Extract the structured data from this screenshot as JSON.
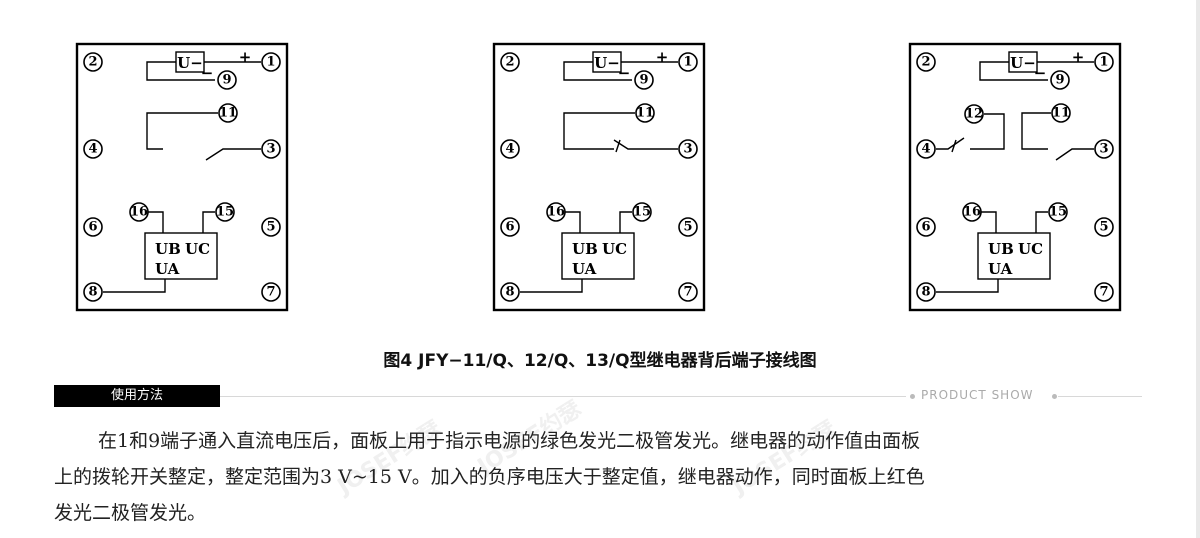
{
  "diagrams": [
    {
      "terminals": {
        "t1": "1",
        "t2": "2",
        "t3": "3",
        "t4": "4",
        "t5": "5",
        "t6": "6",
        "t7": "7",
        "t8": "8",
        "t9": "9",
        "t11": "11",
        "t12": "",
        "t15": "15",
        "t16": "16"
      },
      "symbols": {
        "u_minus": "U−",
        "plus": "+",
        "minus": "−",
        "ub": "UB",
        "uc": "UC",
        "ua": "UA"
      }
    },
    {
      "terminals": {
        "t1": "1",
        "t2": "2",
        "t3": "3",
        "t4": "4",
        "t5": "5",
        "t6": "6",
        "t7": "7",
        "t8": "8",
        "t9": "9",
        "t11": "11",
        "t12": "",
        "t15": "15",
        "t16": "16"
      },
      "symbols": {
        "u_minus": "U−",
        "plus": "+",
        "minus": "−",
        "ub": "UB",
        "uc": "UC",
        "ua": "UA"
      }
    },
    {
      "terminals": {
        "t1": "1",
        "t2": "2",
        "t3": "3",
        "t4": "4",
        "t5": "5",
        "t6": "6",
        "t7": "7",
        "t8": "8",
        "t9": "9",
        "t11": "11",
        "t12": "12",
        "t15": "15",
        "t16": "16"
      },
      "symbols": {
        "u_minus": "U−",
        "plus": "+",
        "minus": "−",
        "ub": "UB",
        "uc": "UC",
        "ua": "UA"
      }
    }
  ],
  "caption": "图4  JFY−11/Q、12/Q、13/Q型继电器背后端子接线图",
  "section_label": "使用方法",
  "product_show": "PRODUCT SHOW",
  "watermark": "JOSEF约瑟",
  "paragraph": {
    "line1": "在1和9端子通入直流电压后，面板上用于指示电源的绿色发光二极管发光。继电器的动作值由面板",
    "line2": "上的拨轮开关整定，整定范围为3 V~15 V。加入的负序电压大于整定值，继电器动作，同时面板上红色",
    "line3": "发光二极管发光。"
  }
}
